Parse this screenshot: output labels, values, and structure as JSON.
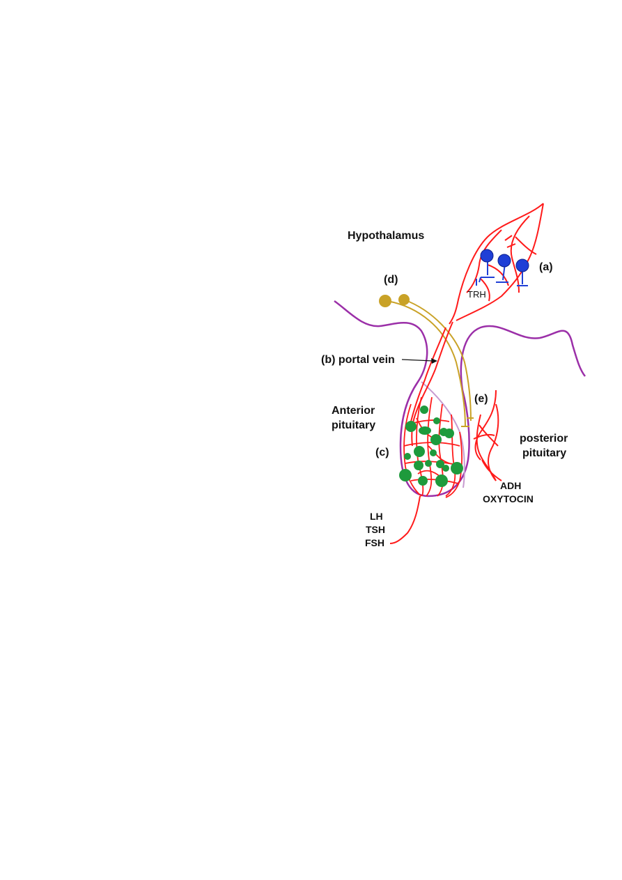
{
  "labels": {
    "hypothalamus": "Hypothalamus",
    "a": "(a)",
    "trh": "TRH",
    "d": "(d)",
    "b": "(b) portal vein",
    "anterior_line1": "Anterior",
    "anterior_line2": "pituitary",
    "c": "(c)",
    "e": "(e)",
    "posterior_line1": "posterior",
    "posterior_line2": "pituitary",
    "adh": "ADH",
    "oxytocin": "OXYTOCIN",
    "lh": "LH",
    "tsh": "TSH",
    "fsh": "FSH"
  },
  "colors": {
    "vessel": "#ff1a1a",
    "outline": "#9b2fa8",
    "outline_light": "#c79bd0",
    "axon": "#c9a227",
    "neuron": "#1f3fd6",
    "cell": "#1e9a3c"
  }
}
